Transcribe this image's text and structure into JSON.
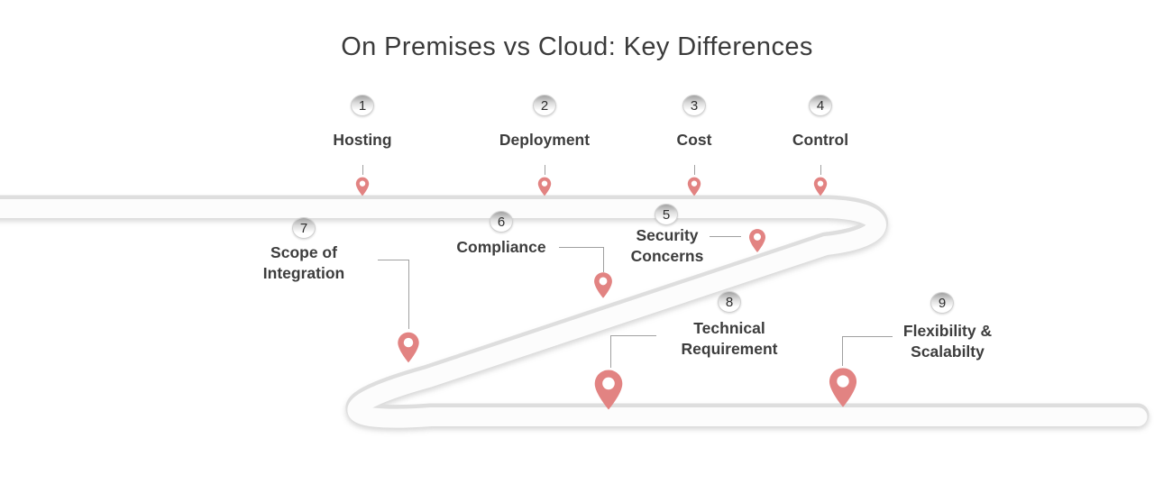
{
  "title": "On Premises vs Cloud: Key Differences",
  "steps": [
    {
      "num": "1",
      "label": "Hosting"
    },
    {
      "num": "2",
      "label": "Deployment"
    },
    {
      "num": "3",
      "label": "Cost"
    },
    {
      "num": "4",
      "label": "Control"
    },
    {
      "num": "5",
      "label": "Security Concerns"
    },
    {
      "num": "6",
      "label": "Compliance"
    },
    {
      "num": "7",
      "label": "Scope of Integration"
    },
    {
      "num": "8",
      "label": "Technical Requirement"
    },
    {
      "num": "9",
      "label": "Flexibility & Scalabilty"
    }
  ],
  "colors": {
    "pin": "#e28382",
    "road_edge": "#dedede",
    "road_fill": "#fcfcfc",
    "connector": "#a0a0a0",
    "text": "#3d3d3d"
  }
}
